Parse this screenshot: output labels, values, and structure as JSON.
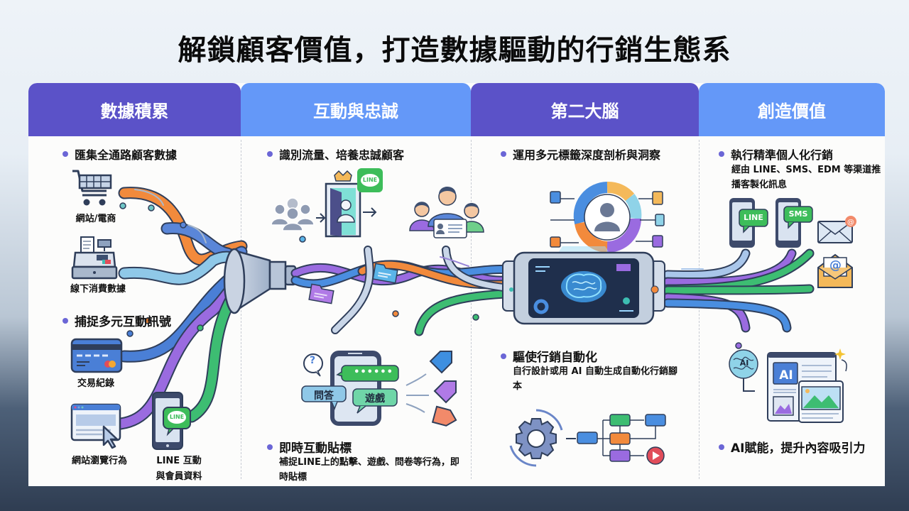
{
  "title": "解鎖顧客價值，打造數據驅動的行銷生態系",
  "colors": {
    "header_indigo": "#5b52c8",
    "header_blue": "#6498f8",
    "bullet_dot": "#6b66d6",
    "line_green": "#06c755"
  },
  "columns": [
    {
      "header": "數據積累",
      "bullets": [
        {
          "text": "匯集全通路顧客數據"
        },
        {
          "text": "捕捉多元互動訊號"
        }
      ],
      "sources": [
        {
          "label": "網站/電商",
          "icon": "shopping-cart-icon"
        },
        {
          "label": "線下消費數據",
          "icon": "cash-register-icon"
        },
        {
          "label": "交易紀錄",
          "icon": "credit-card-icon"
        },
        {
          "label": "網站瀏覽行為",
          "icon": "browser-cursor-icon"
        },
        {
          "label_line1": "LINE 互動",
          "label_line2": "與會員資料",
          "icon": "line-phone-icon",
          "badge": "LINE"
        }
      ]
    },
    {
      "header": "互動與忠誠",
      "bullets": [
        {
          "text": "識別流量、培養忠誠顧客"
        },
        {
          "text": "即時互動貼標",
          "desc": "補捉LINE上的點擊、遊戲、問卷等行為，即時貼標"
        }
      ],
      "badge": "LINE",
      "chat_bubbles": [
        "問答",
        "遊戲"
      ],
      "chat_dots": "••••••",
      "question_mark": "?"
    },
    {
      "header": "第二大腦",
      "bullets": [
        {
          "text": "運用多元標籤深度剖析與洞察"
        },
        {
          "text": "驅使行銷自動化",
          "desc": "自行設計或用 AI 自動生成自動化行銷腳本"
        }
      ]
    },
    {
      "header": "創造價值",
      "bullets": [
        {
          "text": "執行精準個人化行銷",
          "desc": "經由 LINE、SMS、EDM 等渠道推播客製化訊息"
        },
        {
          "text": "AI賦能，提升內容吸引力"
        }
      ],
      "channels": [
        "LINE",
        "SMS",
        "@"
      ],
      "ai_badge": "AI"
    }
  ]
}
